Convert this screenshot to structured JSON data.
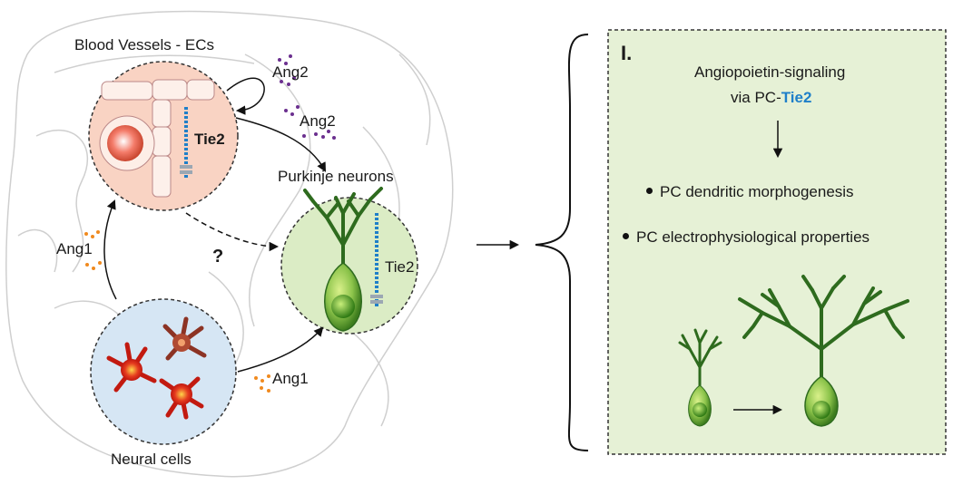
{
  "left": {
    "blood_vessels_label": "Blood Vessels - ECs",
    "ang2_top": "Ang2",
    "ang2_mid": "Ang2",
    "tie2_ec": "Tie2",
    "purkinje_label": "Purkinje neurons",
    "tie2_pc": "Tie2",
    "question": "?",
    "ang1_left": "Ang1",
    "ang1_bottom": "Ang1",
    "neural_label": "Neural cells"
  },
  "panel": {
    "roman": "I.",
    "line1": "Angiopoietin-signaling",
    "line2_prefix": "via PC-",
    "line2_highlight": "Tie2",
    "bullet1": "PC dendritic morphogenesis",
    "bullet2": "PC electrophysiological properties"
  },
  "colors": {
    "ec_circle": "#f9d3c3",
    "pc_circle": "#dbecc5",
    "neural_circle": "#d6e6f4",
    "panel_bg": "#e6f1d6",
    "ang2_dots": "#6b2f8f",
    "ang1_dots": "#f08a1e",
    "tie2_blue": "#1f7fc9",
    "neuron_green": "#2e7d32"
  }
}
